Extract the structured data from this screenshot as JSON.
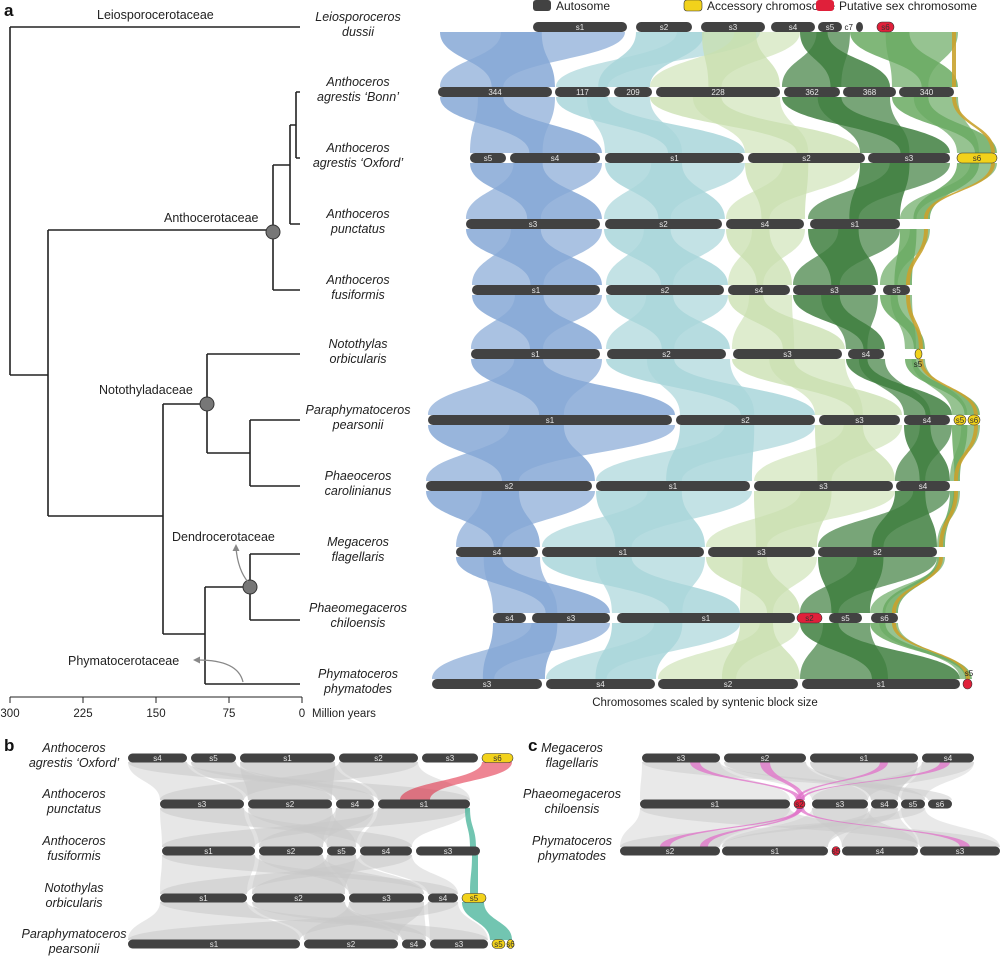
{
  "panel_labels": {
    "a": "a",
    "b": "b",
    "c": "c"
  },
  "legend": {
    "autosome": "Autosome",
    "accessory": "Accessory chromosome",
    "sex": "Putative sex chromosome"
  },
  "colors": {
    "autosome": "#424242",
    "accessory": "#f2d21b",
    "sex": "#e0203a",
    "ribbon_blue": "#86a8d6",
    "ribbon_teal": "#a9d6da",
    "ribbon_pale_green": "#c8dfae",
    "ribbon_dark_green": "#3f7f3f",
    "ribbon_mid_green": "#6aaa62",
    "ribbon_gold": "#c9a22e",
    "ribbon_grey": "#c9c9c9",
    "ribbon_pink": "#e070c8"
  },
  "tree": {
    "outgroup_family": "Leiosporocerotaceae",
    "families": {
      "anthocerotaceae": "Anthocerotaceae",
      "notothyladaceae": "Notothyladaceae",
      "dendrocerotaceae": "Dendrocerotaceae",
      "phymatocerotaceae": "Phymatocerotaceae"
    },
    "axis_ticks": [
      "300",
      "225",
      "150",
      "75",
      "0"
    ],
    "axis_label": "Million years"
  },
  "species_a": [
    {
      "l1": "Leiosporoceros",
      "l2": "dussii"
    },
    {
      "l1": "Anthoceros",
      "l2": "agrestis ‘Bonn’"
    },
    {
      "l1": "Anthoceros",
      "l2": "agrestis ‘Oxford’"
    },
    {
      "l1": "Anthoceros",
      "l2": "punctatus"
    },
    {
      "l1": "Anthoceros",
      "l2": "fusiformis"
    },
    {
      "l1": "Notothylas",
      "l2": "orbicularis"
    },
    {
      "l1": "Paraphymatoceros",
      "l2": "pearsonii"
    },
    {
      "l1": "Phaeoceros",
      "l2": "carolinianus"
    },
    {
      "l1": "Megaceros",
      "l2": "flagellaris"
    },
    {
      "l1": "Phaeomegaceros",
      "l2": "chiloensis"
    },
    {
      "l1": "Phymatoceros",
      "l2": "phymatodes"
    }
  ],
  "chromosomes_a": [
    [
      "s1",
      "s2",
      "s3",
      "s4",
      "s5",
      "c7",
      "s6"
    ],
    [
      "344",
      "117",
      "209",
      "228",
      "362",
      "368",
      "340"
    ],
    [
      "s5",
      "s4",
      "s1",
      "s2",
      "s3",
      "s6"
    ],
    [
      "s3",
      "s2",
      "s4",
      "s1"
    ],
    [
      "s1",
      "s2",
      "s4",
      "s3",
      "s5"
    ],
    [
      "s1",
      "s2",
      "s3",
      "s4",
      "s5"
    ],
    [
      "s1",
      "s2",
      "s3",
      "s4",
      "s5",
      "s6"
    ],
    [
      "s2",
      "s1",
      "s3",
      "s4"
    ],
    [
      "s4",
      "s1",
      "s3",
      "s2"
    ],
    [
      "s4",
      "s3",
      "s1",
      "s2",
      "s5",
      "s6"
    ],
    [
      "s3",
      "s4",
      "s2",
      "s1",
      "s5"
    ]
  ],
  "caption_a": "Chromosomes scaled by syntenic block size",
  "species_b": [
    {
      "l1": "Anthoceros",
      "l2": "agrestis ‘Oxford’"
    },
    {
      "l1": "Anthoceros",
      "l2": "punctatus"
    },
    {
      "l1": "Anthoceros",
      "l2": "fusiformis"
    },
    {
      "l1": "Notothylas",
      "l2": "orbicularis"
    },
    {
      "l1": "Paraphymatoceros",
      "l2": "pearsonii"
    }
  ],
  "chromosomes_b": [
    [
      "s4",
      "s5",
      "s1",
      "s2",
      "s3",
      "s6"
    ],
    [
      "s3",
      "s2",
      "s4",
      "s1"
    ],
    [
      "s1",
      "s2",
      "s5",
      "s4",
      "s3"
    ],
    [
      "s1",
      "s2",
      "s3",
      "s4",
      "s5"
    ],
    [
      "s1",
      "s2",
      "s4",
      "s3",
      "s5",
      "s6"
    ]
  ],
  "species_c": [
    {
      "l1": "Megaceros",
      "l2": "flagellaris"
    },
    {
      "l1": "Phaeomegaceros",
      "l2": "chiloensis"
    },
    {
      "l1": "Phymatoceros",
      "l2": "phymatodes"
    }
  ],
  "chromosomes_c": [
    [
      "s3",
      "s2",
      "s1",
      "s4"
    ],
    [
      "s1",
      "s2",
      "s3",
      "s4",
      "s5",
      "s6"
    ],
    [
      "s2",
      "s1",
      "s5",
      "s4",
      "s3"
    ]
  ]
}
